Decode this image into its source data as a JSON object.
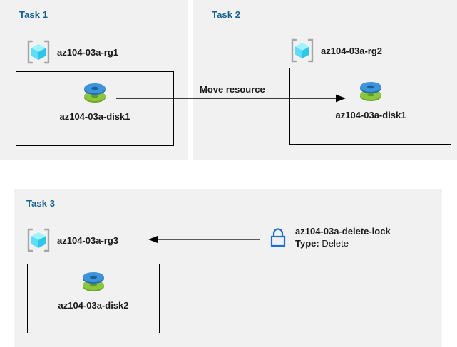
{
  "diagram": {
    "title": "Azure resource group tasks diagram",
    "background": "#ffffff",
    "panel_color": "#f1f1f1",
    "task_label_color": "#12608f",
    "arrow_color": "#000000"
  },
  "tasks": [
    {
      "label": "Task 1",
      "resource_group": {
        "name": "az104-03a-rg1",
        "icon": "resource-group-icon"
      },
      "resource": {
        "name": "az104-03a-disk1",
        "icon": "managed-disk-icon"
      }
    },
    {
      "label": "Task 2",
      "resource_group": {
        "name": "az104-03a-rg2",
        "icon": "resource-group-icon"
      },
      "resource": {
        "name": "az104-03a-disk1",
        "icon": "managed-disk-icon"
      }
    },
    {
      "label": "Task 3",
      "resource_group": {
        "name": "az104-03a-rg3",
        "icon": "resource-group-icon"
      },
      "resource": {
        "name": "az104-03a-disk2",
        "icon": "managed-disk-icon"
      }
    }
  ],
  "arrows": {
    "move": {
      "caption": "Move resource",
      "direction": "right",
      "from": "az104-03a-disk1 (Task 1)",
      "to": "az104-03a-disk1 (Task 2)"
    },
    "lock": {
      "caption": "",
      "direction": "left",
      "from": "az104-03a-delete-lock",
      "to": "az104-03a-rg3"
    }
  },
  "lock": {
    "icon": "lock-icon",
    "name": "az104-03a-delete-lock",
    "type_key": "Type:",
    "type_value": "Delete",
    "color": "#1a6fd4"
  },
  "colors": {
    "disk_top": "#3b8fd6",
    "disk_bottom": "#7ab929",
    "cube": "#45e0f5",
    "bracket": "#a6a6a6",
    "task_heading": "#12608f"
  }
}
